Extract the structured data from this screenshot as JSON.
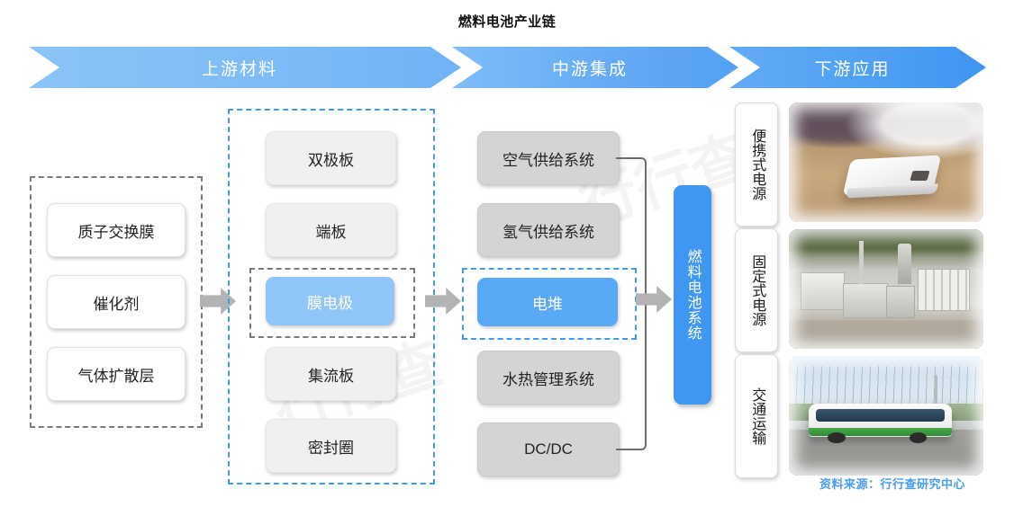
{
  "title": "燃料电池产业链",
  "banners": [
    {
      "id": "upstream",
      "label": "上游材料",
      "color": "#7dbcf7"
    },
    {
      "id": "midstream",
      "label": "中游集成",
      "color": "#63a9f4"
    },
    {
      "id": "downstream",
      "label": "下游应用",
      "color": "#4e9ff3"
    }
  ],
  "upstream_materials": {
    "group_border": "#7a7a7a",
    "items": [
      {
        "label": "质子交换膜",
        "style": "white"
      },
      {
        "label": "催化剂",
        "style": "white"
      },
      {
        "label": "气体扩散层",
        "style": "white"
      }
    ]
  },
  "upstream_components": {
    "group_border": "#3d9bf0",
    "items": [
      {
        "label": "双极板",
        "style": "light",
        "highlighted": false
      },
      {
        "label": "端板",
        "style": "light",
        "highlighted": false
      },
      {
        "label": "膜电极",
        "style": "blue-soft",
        "highlighted": true
      },
      {
        "label": "集流板",
        "style": "light",
        "highlighted": false
      },
      {
        "label": "密封圈",
        "style": "light",
        "highlighted": false
      }
    ]
  },
  "midstream_systems": {
    "items": [
      {
        "label": "空气供给系统",
        "style": "grey",
        "highlighted": false
      },
      {
        "label": "氢气供给系统",
        "style": "grey",
        "highlighted": false
      },
      {
        "label": "电堆",
        "style": "blue-strong",
        "highlighted": true
      },
      {
        "label": "水热管理系统",
        "style": "grey",
        "highlighted": false
      },
      {
        "label": "DC/DC",
        "style": "grey",
        "highlighted": false
      }
    ]
  },
  "system_bar": {
    "label": "燃料电池系统",
    "color": "#3f97f2"
  },
  "applications": [
    {
      "label": "便携式电源",
      "photo": "white-power-bank-on-wooden-desk"
    },
    {
      "label": "固定式电源",
      "photo": "stationary-fuel-cell-power-plant"
    },
    {
      "label": "交通运输",
      "photo": "green-white-city-bus"
    }
  ],
  "source_note": "资料来源：行行查研究中心",
  "watermark": "行行查",
  "accent_colors": {
    "banner_light": "#8cc3f7",
    "banner_dark": "#3f95f2",
    "highlight_soft": "#8fc5f7",
    "highlight_strong": "#5aa9f6",
    "dashed_blue": "#3d9bf0",
    "dashed_grey": "#7a7a7a",
    "arrow_grey": "#b3b3b3",
    "source_blue": "#4a9cf0"
  }
}
